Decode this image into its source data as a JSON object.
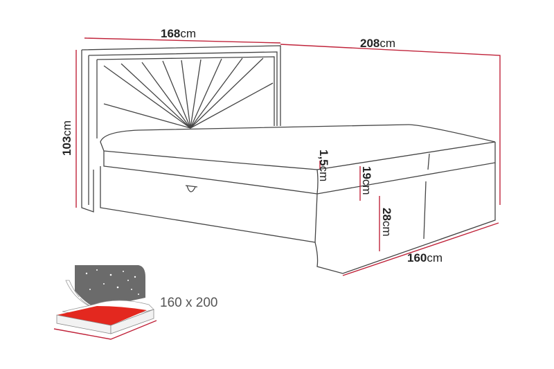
{
  "dimensions": {
    "headboard_width": {
      "value": "168",
      "unit": "cm"
    },
    "total_length": {
      "value": "208",
      "unit": "cm"
    },
    "total_height": {
      "value": "103",
      "unit": "cm"
    },
    "topper_height": {
      "value": "1,5",
      "unit": "cm"
    },
    "mattress_height": {
      "value": "19",
      "unit": "cm"
    },
    "base_height": {
      "value": "28",
      "unit": "cm"
    },
    "bed_width": {
      "value": "160",
      "unit": "cm"
    }
  },
  "sleeping_area": {
    "label": "160 x 200"
  },
  "colors": {
    "dimension_line": "#c0233a",
    "icon_gray": "#6b6b6b",
    "icon_red": "#e3281f"
  }
}
